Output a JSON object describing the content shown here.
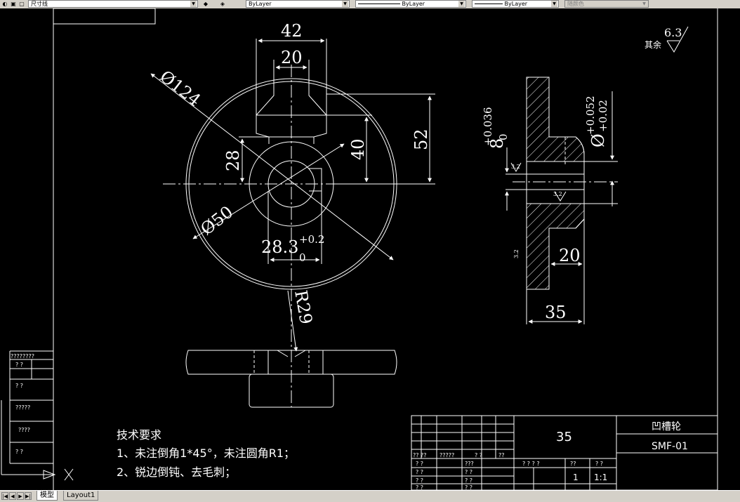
{
  "toolbar": {
    "dimstyle": "尺寸线",
    "layer": "ByLayer",
    "linetype": "ByLayer",
    "lineweight": "ByLayer",
    "color": "随颜色"
  },
  "drawing": {
    "front_view": {
      "dim_42": "42",
      "dim_20_top": "20",
      "dim_dia124": "Ø124",
      "dim_52": "52",
      "dim_40": "40",
      "dim_28": "28",
      "dim_dia50": "Ø50",
      "dim_283_main": "28.3",
      "dim_283_lower": "0",
      "dim_283_upper": "+0.2",
      "dim_r29": "R29"
    },
    "side_view": {
      "dim_8_main": "8",
      "dim_8_lower": "0",
      "dim_8_upper": "+0.036",
      "dim_phi_main": "Ø",
      "dim_phi_upper": "+0.052",
      "dim_phi_lower": "+0.02",
      "rough_1": "3.2",
      "rough_2": "3.2",
      "rough_3": "3.2",
      "dim_20": "20",
      "dim_35": "35"
    },
    "roughness_note": {
      "label": "其余",
      "value": "6.3"
    },
    "tech_requirements": {
      "title": "技术要求",
      "line1": "1、未注倒角1*45°，未注圆角R1；",
      "line2": "2、锐边倒钝、去毛刺；"
    },
    "title_block": {
      "material": "35",
      "part_name": "凹槽轮",
      "drawing_no": "SMF-01",
      "quantity": "1",
      "scale": "1:1",
      "row_labels": [
        "?? ??",
        "?????",
        "? ?",
        "??"
      ],
      "cell_q": "? ?",
      "cell_q3": "???",
      "cell_q4": "? ? ? ?",
      "cell_qq": "??"
    },
    "left_table": {
      "rows": [
        "????????",
        "?      ?",
        "?      ?",
        "?????",
        "????",
        "?      ?"
      ]
    }
  },
  "statusbar": {
    "tab_model": "模型",
    "tab_layout": "Layout1"
  },
  "colors": {
    "background": "#000000",
    "lines": "#ffffff",
    "ui_gray": "#d4d0c8"
  }
}
